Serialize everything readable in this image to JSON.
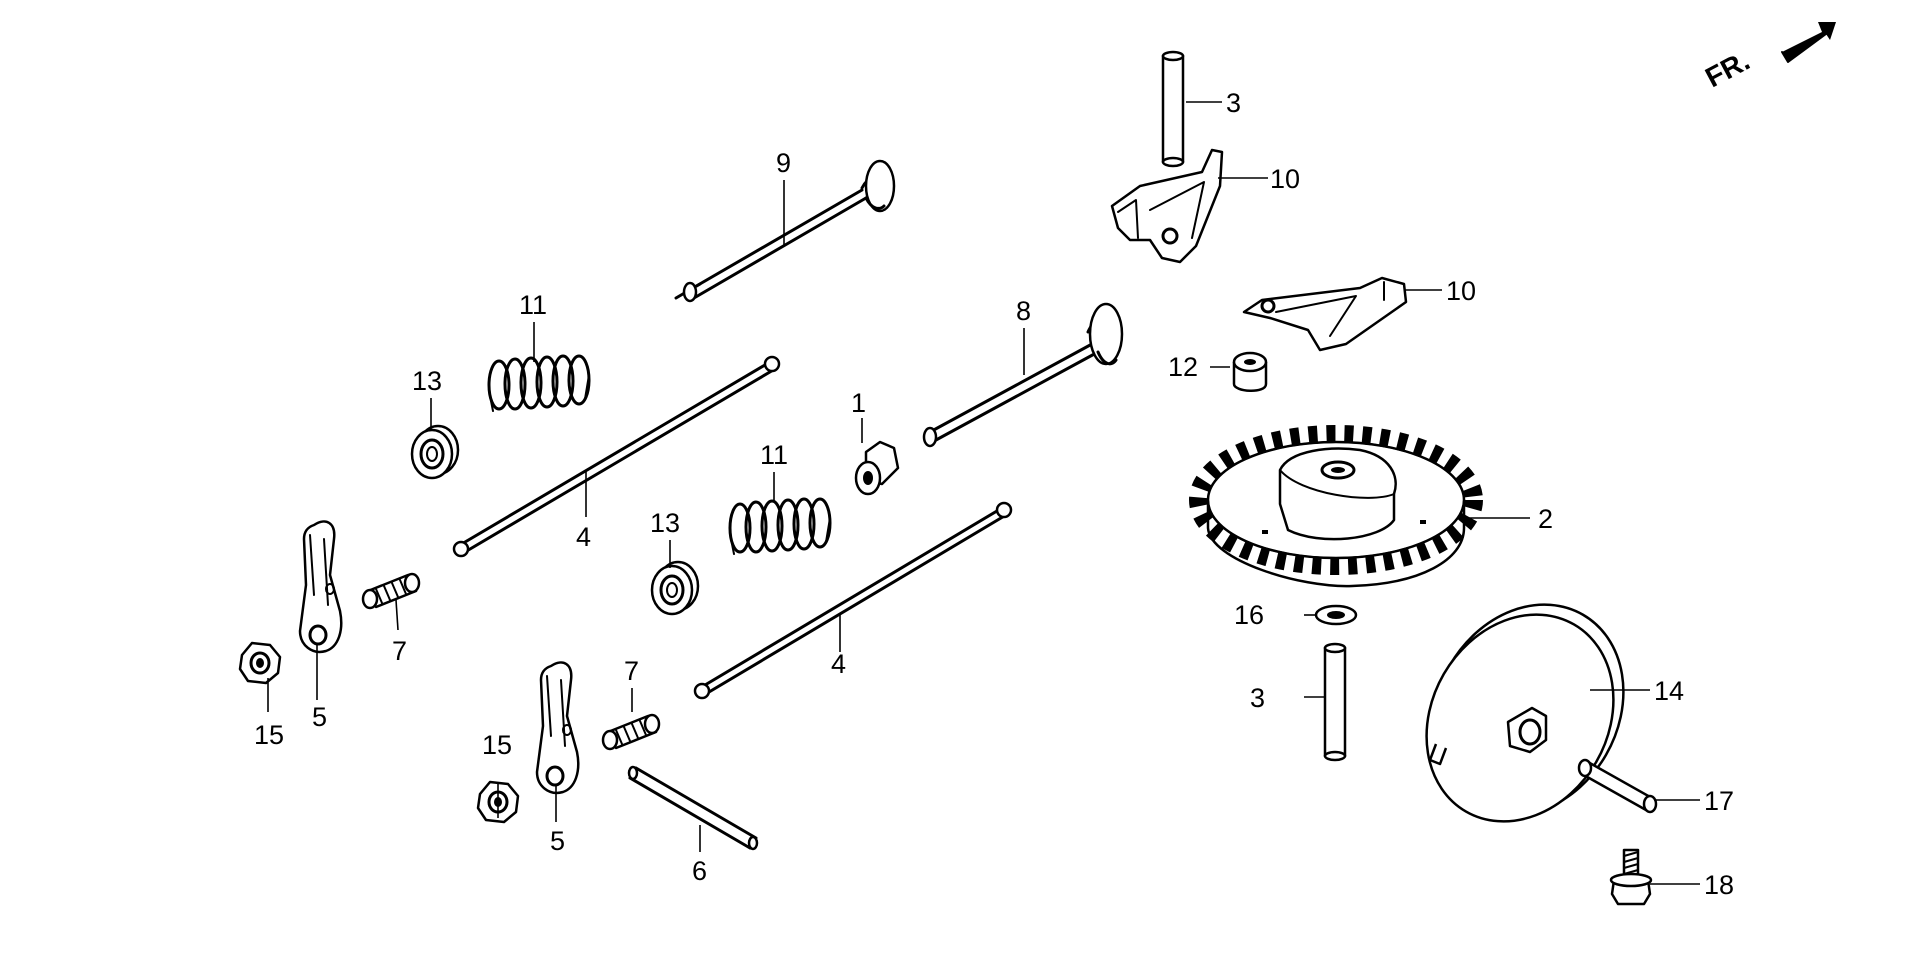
{
  "direction_marker": {
    "text": "FR.",
    "icon": "front-direction-arrow-icon"
  },
  "callouts": [
    {
      "id": "c1",
      "number": "1"
    },
    {
      "id": "c2",
      "number": "2"
    },
    {
      "id": "c3a",
      "number": "3"
    },
    {
      "id": "c3b",
      "number": "3"
    },
    {
      "id": "c4a",
      "number": "4"
    },
    {
      "id": "c4b",
      "number": "4"
    },
    {
      "id": "c5a",
      "number": "5"
    },
    {
      "id": "c5b",
      "number": "5"
    },
    {
      "id": "c6",
      "number": "6"
    },
    {
      "id": "c7a",
      "number": "7"
    },
    {
      "id": "c7b",
      "number": "7"
    },
    {
      "id": "c8",
      "number": "8"
    },
    {
      "id": "c9",
      "number": "9"
    },
    {
      "id": "c10a",
      "number": "10"
    },
    {
      "id": "c10b",
      "number": "10"
    },
    {
      "id": "c11a",
      "number": "11"
    },
    {
      "id": "c11b",
      "number": "11"
    },
    {
      "id": "c12",
      "number": "12"
    },
    {
      "id": "c13a",
      "number": "13"
    },
    {
      "id": "c13b",
      "number": "13"
    },
    {
      "id": "c14",
      "number": "14"
    },
    {
      "id": "c15a",
      "number": "15"
    },
    {
      "id": "c15b",
      "number": "15"
    },
    {
      "id": "c16",
      "number": "16"
    },
    {
      "id": "c17",
      "number": "17"
    },
    {
      "id": "c18",
      "number": "18"
    }
  ]
}
